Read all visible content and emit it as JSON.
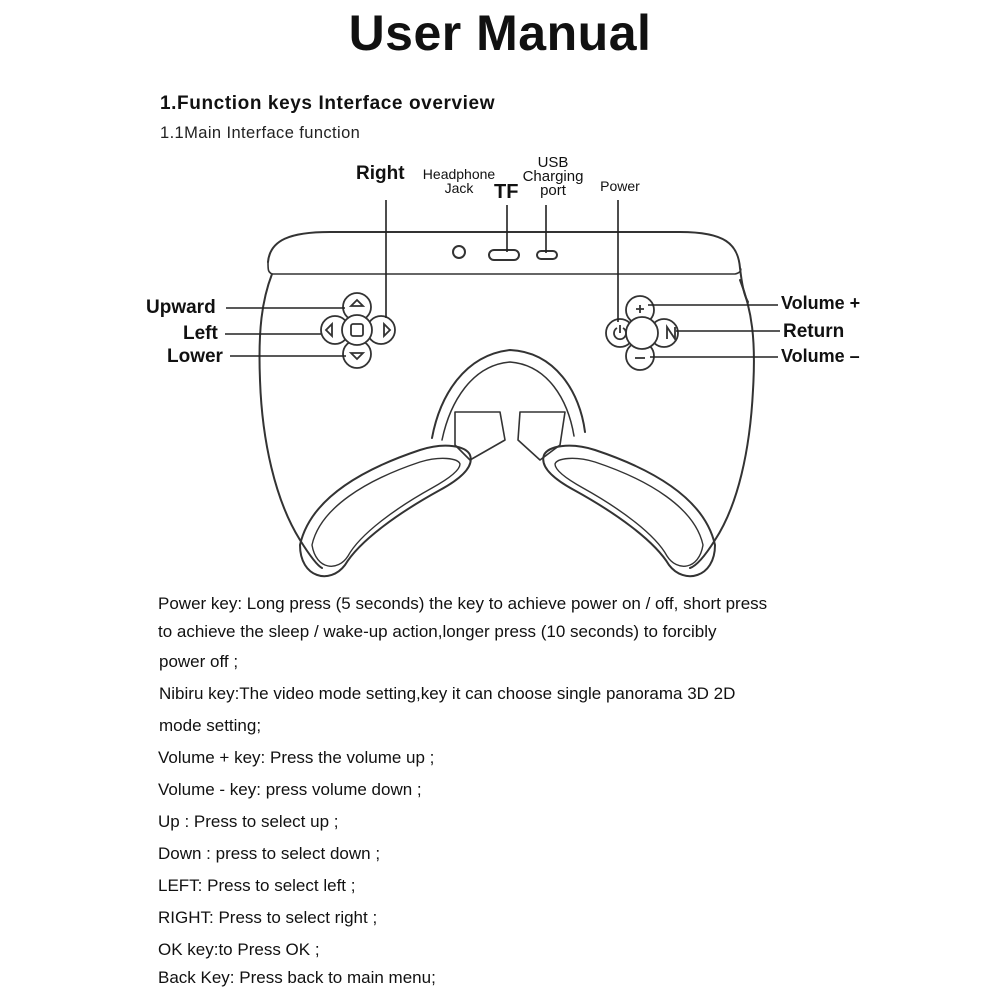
{
  "title": "User Manual",
  "section_heading": "1.Function keys Interface overview",
  "subsection_heading": "1.1Main Interface function",
  "callouts": {
    "right": "Right",
    "headphone_line1": "Headphone",
    "headphone_line2": "Jack",
    "tf": "TF",
    "usb_line1": "USB",
    "usb_line2": "Charging",
    "usb_line3": "port",
    "power": "Power",
    "upward": "Upward",
    "left": "Left",
    "lower": "Lower",
    "volume_plus": "Volume +",
    "return": "Return",
    "volume_minus": "Volume –"
  },
  "descriptions": [
    "Power key: Long press (5 seconds) the key to achieve power on / off, short press",
    " to achieve the sleep / wake-up action,longer press (10 seconds) to forcibly",
    "power off ;",
    "Nibiru key:The video mode setting,key    it can choose single panorama 3D 2D",
    "mode setting;",
    "Volume + key: Press the volume up ;",
    "Volume - key: press volume down ;",
    "Up : Press to select up ;",
    "Down : press to select down ;",
    "LEFT: Press to select left ;",
    "RIGHT: Press to select right ;",
    "OK key:to Press OK ;",
    " Back Key: Press back to main menu;"
  ],
  "icons": [
    "up-arrow-icon",
    "down-arrow-icon",
    "left-arrow-icon",
    "right-arrow-icon",
    "ok-square-icon",
    "power-icon",
    "plus-icon",
    "minus-icon",
    "nibiru-n-icon"
  ]
}
